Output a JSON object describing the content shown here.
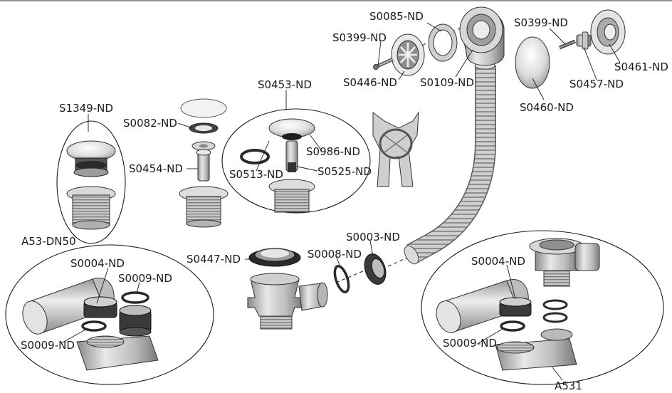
{
  "colors": {
    "background": "#ffffff",
    "line": "#1a1a1a",
    "metal_light": "#e4e4e4",
    "metal_mid": "#b5b5b5",
    "metal_dark": "#6e6e6e",
    "rubber": "#2a2a2a"
  },
  "labels": {
    "s0085": "S0085-ND",
    "s0399_a": "S0399-ND",
    "s0446": "S0446-ND",
    "s0109": "S0109-ND",
    "s0399_b": "S0399-ND",
    "s0461": "S0461-ND",
    "s0457": "S0457-ND",
    "s0460": "S0460-ND",
    "s0453": "S0453-ND",
    "s1349": "S1349-ND",
    "s0082": "S0082-ND",
    "s0454": "S0454-ND",
    "s0986": "S0986-ND",
    "s0513": "S0513-ND",
    "s0525": "S0525-ND",
    "a53": "A53-DN50",
    "s0447": "S0447-ND",
    "s0008": "S0008-ND",
    "s0003": "S0003-ND",
    "s0004_left": "S0004-ND",
    "s0009_left_top": "S0009-ND",
    "s0009_left_bottom": "S0009-ND",
    "s0004_right": "S0004-ND",
    "s0009_right": "S0009-ND",
    "a531": "A531"
  }
}
